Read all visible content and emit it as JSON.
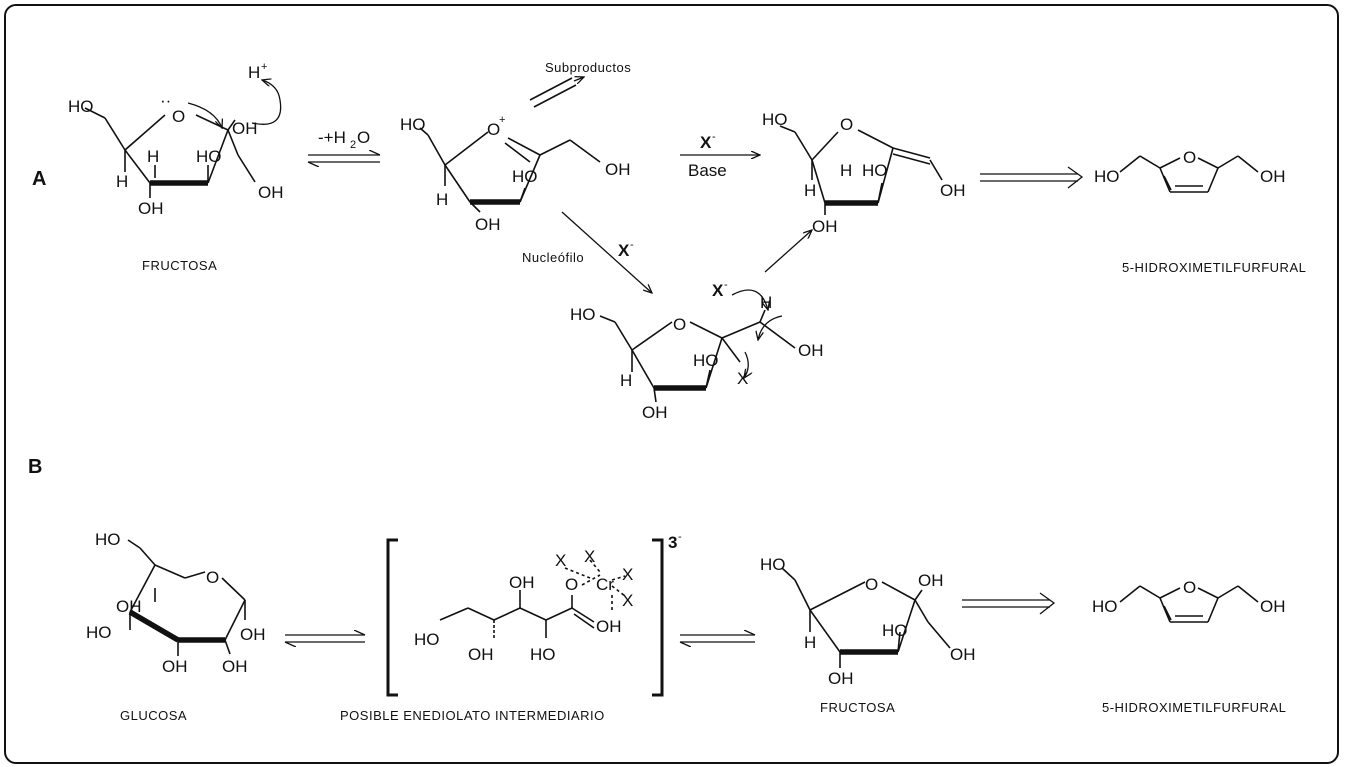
{
  "section_labels": {
    "a": "A",
    "b": "B"
  },
  "atoms": {
    "ho": "HO",
    "oh": "OH",
    "o": "O",
    "h": "H",
    "x": "X",
    "cr": "Cr"
  },
  "reagents": {
    "h_plus": "H",
    "plus_sign": "+",
    "minus_water": "-+H",
    "water_sub": "2",
    "water_o": "O",
    "subproductos": "Subproductos",
    "x_minus": "X",
    "minus_sign": "-",
    "base": "Base",
    "nucleofilo": "Nucleófilo",
    "charge_3": "3"
  },
  "compound_names": {
    "fructosa": "FRUCTOSA",
    "hmf": "5-HIDROXIMETILFURFURAL",
    "glucosa": "GLUCOSA",
    "enediolato": "POSIBLE ENEDIOLATO INTERMEDIARIO"
  }
}
